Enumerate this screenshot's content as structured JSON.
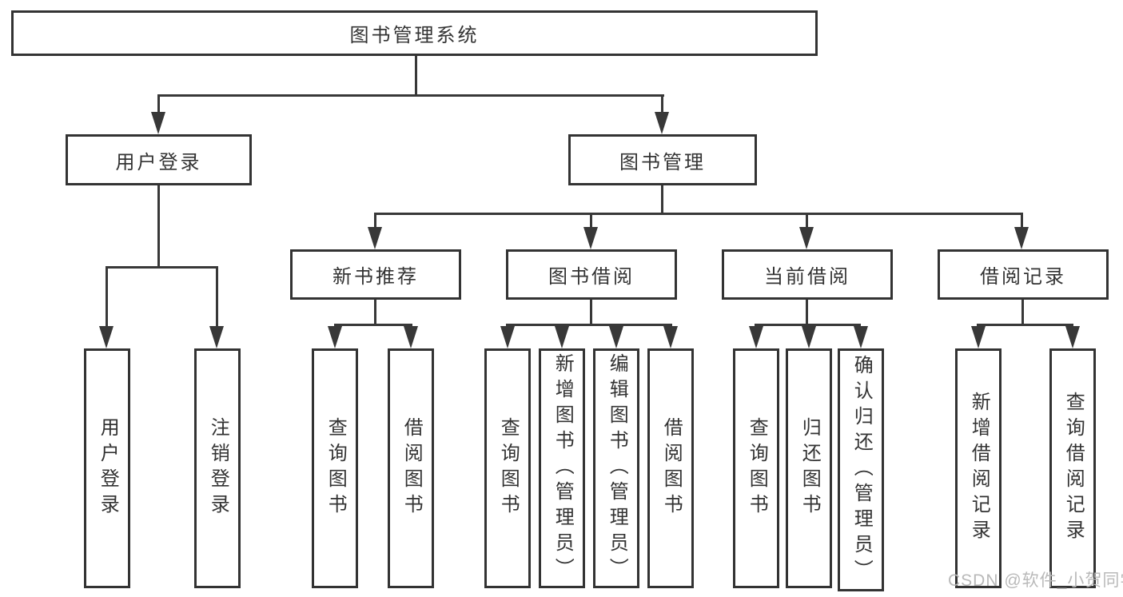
{
  "diagram": {
    "type": "hierarchy-structure-chart",
    "colors": {
      "line": "#383838",
      "box_border": "#333333",
      "text": "#333333",
      "background": "#ffffff",
      "watermark": "#b9b9b9"
    }
  },
  "tree": {
    "root": {
      "label": "图书管理系统"
    },
    "children": [
      {
        "label": "用户登录",
        "children": [
          {
            "label": "用户登录"
          },
          {
            "label": "注销登录"
          }
        ]
      },
      {
        "label": "图书管理",
        "children": [
          {
            "label": "新书推荐",
            "children": [
              {
                "label": "查询图书"
              },
              {
                "label": "借阅图书"
              }
            ]
          },
          {
            "label": "图书借阅",
            "children": [
              {
                "label": "查询图书"
              },
              {
                "label": "新增图书（管理员）"
              },
              {
                "label": "编辑图书（管理员）"
              },
              {
                "label": "借阅图书"
              }
            ]
          },
          {
            "label": "当前借阅",
            "children": [
              {
                "label": "查询图书"
              },
              {
                "label": "归还图书"
              },
              {
                "label": "确认归还（管理员）"
              }
            ]
          },
          {
            "label": "借阅记录",
            "children": [
              {
                "label": "新增借阅记录"
              },
              {
                "label": "查询借阅记录"
              }
            ]
          }
        ]
      }
    ]
  },
  "watermark": {
    "text": "CSDN @软件_小贺同学"
  }
}
